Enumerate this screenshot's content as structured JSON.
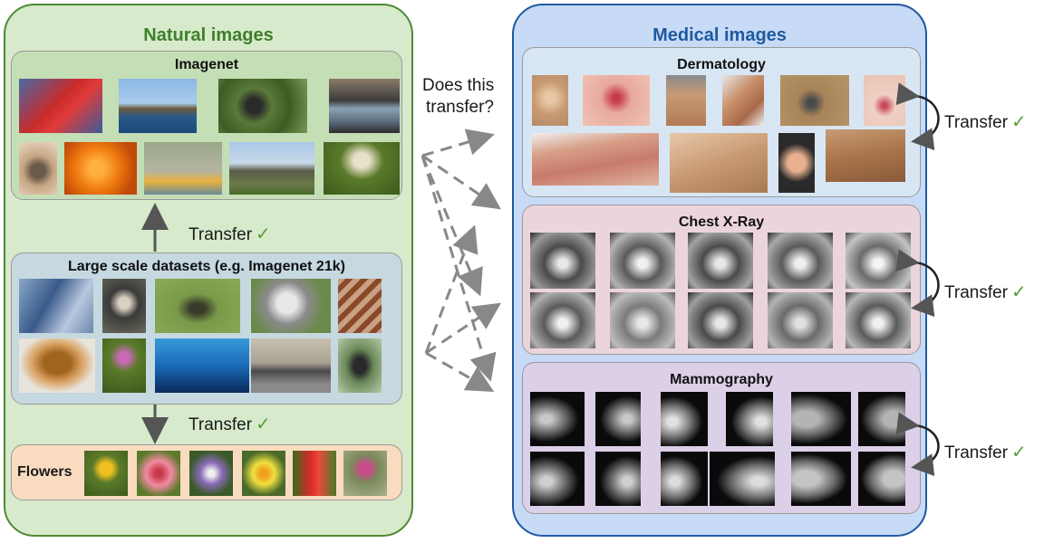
{
  "natural": {
    "title": "Natural images",
    "imagenet": {
      "title": "Imagenet"
    },
    "large": {
      "title": "Large scale datasets (e.g. Imagenet 21k)"
    },
    "flowers": {
      "title": "Flowers"
    }
  },
  "medical": {
    "title": "Medical images",
    "dermatology": {
      "title": "Dermatology"
    },
    "xray": {
      "title": "Chest X-Ray"
    },
    "mammo": {
      "title": "Mammography"
    }
  },
  "question": {
    "line1": "Does this",
    "line2": "transfer?"
  },
  "transfer_label": "Transfer",
  "check_glyph": "✓",
  "colors": {
    "natural_bg": "#d7eacb",
    "natural_border": "#4d8a34",
    "medical_bg": "#c7daf6",
    "medical_border": "#1f5aa0",
    "check": "#5a9e3a",
    "arrow": "#888888"
  }
}
